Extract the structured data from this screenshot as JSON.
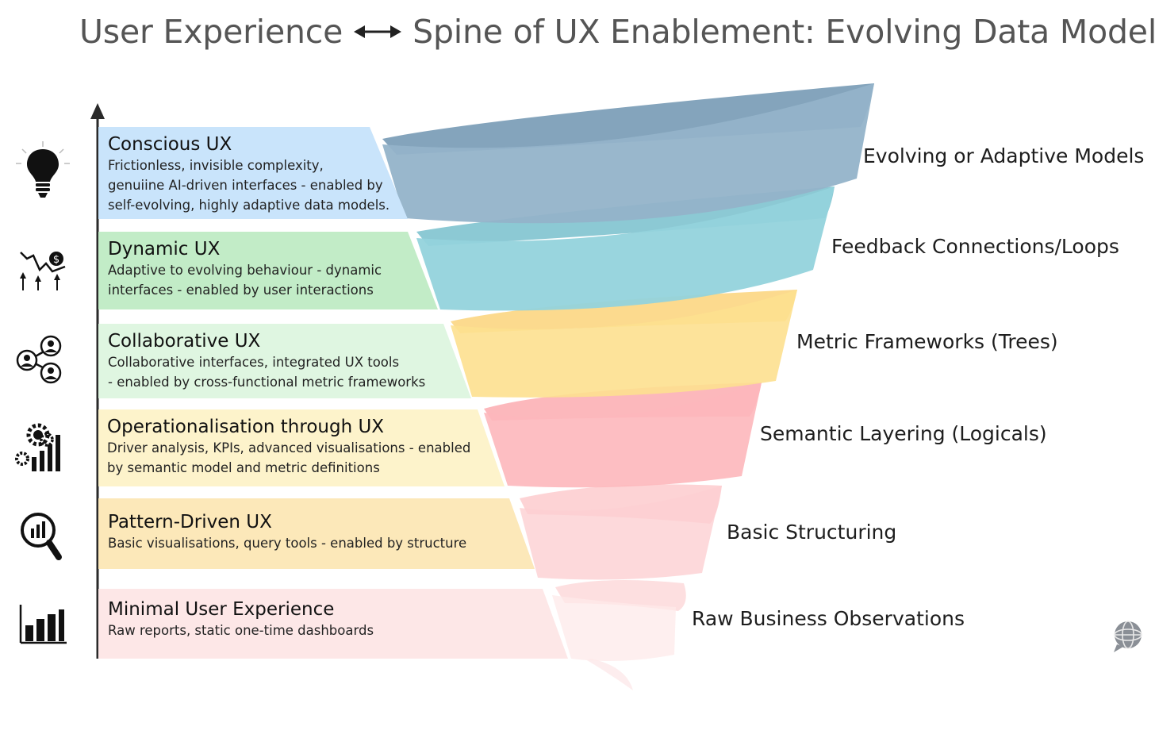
{
  "title": {
    "left": "User Experience",
    "right": "Spine of UX Enablement: Evolving Data Model"
  },
  "levels": [
    {
      "title": "Conscious UX",
      "desc_lines": [
        "Frictionless, invisible complexity,",
        "genuiine AI-driven interfaces - enabled by",
        "self-evolving, highly adaptive data models."
      ],
      "icon": "lightbulb-icon",
      "color": "#c9e4fb"
    },
    {
      "title": "Dynamic UX",
      "desc_lines": [
        "Adaptive to evolving behaviour - dynamic",
        "interfaces - enabled by user interactions"
      ],
      "icon": "trend-dollar-icon",
      "color": "#c2ecc7"
    },
    {
      "title": "Collaborative UX",
      "desc_lines": [
        "Collaborative interfaces, integrated UX tools",
        "- enabled by cross-functional metric frameworks"
      ],
      "icon": "user-network-icon",
      "color": "#dff6e1"
    },
    {
      "title": "Operationalisation through UX",
      "desc_lines": [
        "Driver analysis, KPIs, advanced visualisations - enabled",
        "by semantic model and metric definitions"
      ],
      "icon": "gears-chart-icon",
      "color": "#fdf3cb"
    },
    {
      "title": "Pattern-Driven UX",
      "desc_lines": [
        "Basic visualisations, query tools - enabled by structure"
      ],
      "icon": "magnifier-chart-icon",
      "color": "#fce8b9"
    },
    {
      "title": "Minimal User Experience",
      "desc_lines": [
        "Raw reports, static one-time dashboards"
      ],
      "icon": "bar-chart-icon",
      "color": "#fde7e7"
    }
  ],
  "funnel_layers": [
    {
      "label": "Evolving or Adaptive Models",
      "color": "#8fb1c9"
    },
    {
      "label": "Feedback Connections/Loops",
      "color": "#8fd3dc"
    },
    {
      "label": "Metric Frameworks (Trees)",
      "color": "#fde08f"
    },
    {
      "label": "Semantic Layering (Logicals)",
      "color": "#fdb1b5"
    },
    {
      "label": "Basic Structuring",
      "color": "#fcd0d2"
    },
    {
      "label": "Raw Business Observations",
      "color": "#fde9ea"
    }
  ],
  "brand_icon": "globe-chat-icon"
}
